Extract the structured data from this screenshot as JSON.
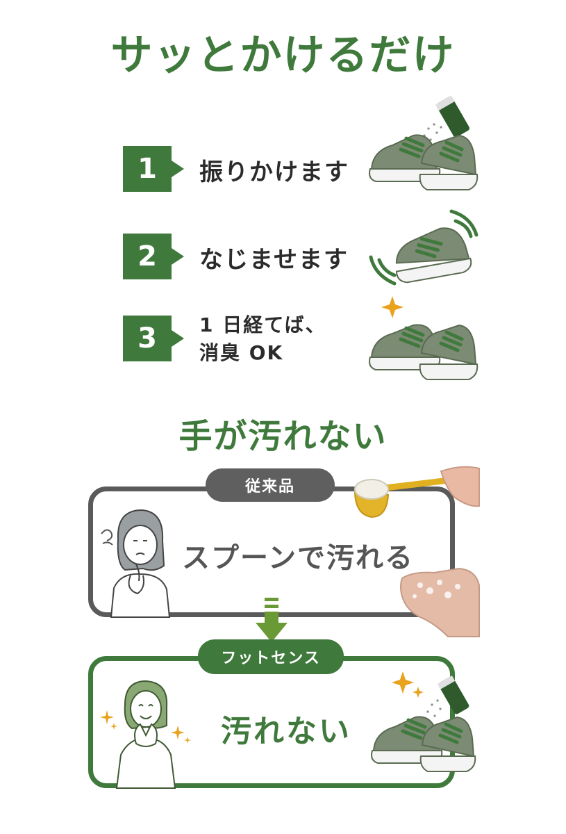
{
  "section1": {
    "title": "サッとかけるだけ",
    "steps": [
      {
        "number": "1",
        "text": "振りかけます"
      },
      {
        "number": "2",
        "text": "なじませます"
      },
      {
        "number": "3",
        "line1": "1 日経てば、",
        "line2": "消臭 OK"
      }
    ]
  },
  "section2": {
    "title": "手が汚れない",
    "conventional": {
      "label": "従来品",
      "message": "スプーンで汚れる"
    },
    "footsense": {
      "label": "フットセンス",
      "message": "汚れない"
    }
  },
  "colors": {
    "brand_green": "#3f7a3c",
    "gray": "#5f5f5f",
    "sparkle": "#e8a21c"
  }
}
